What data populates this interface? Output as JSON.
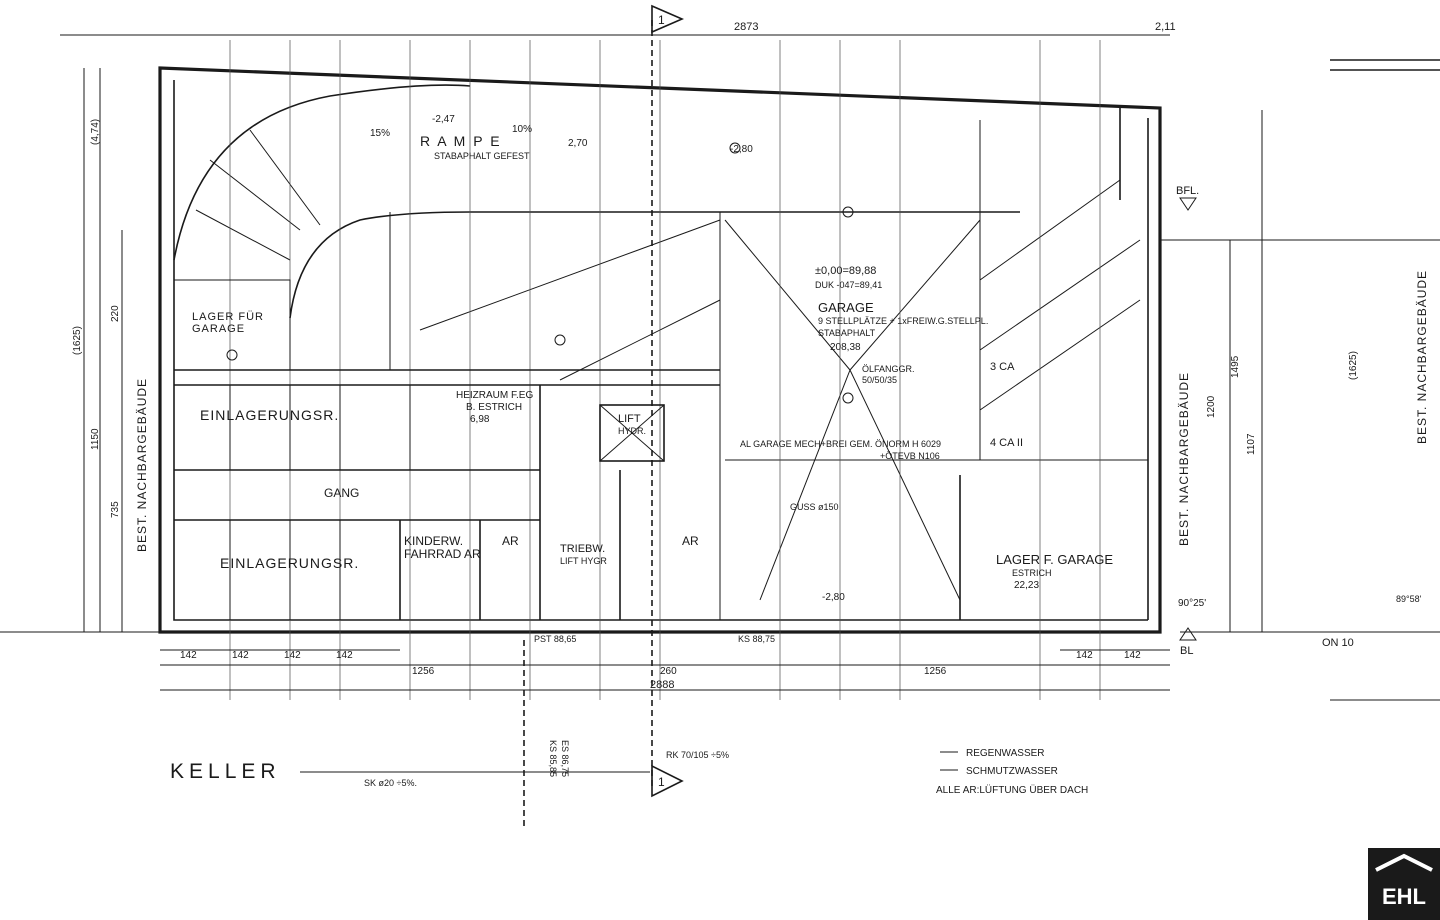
{
  "sheet": {
    "title": "KELLER",
    "legend": [
      "REGENWASSER",
      "SCHMUTZWASSER",
      "ALLE AR:LÜFTUNG ÜBER DACH"
    ],
    "section_marker": "1",
    "neighbor_left": "BEST. NACHBARGEBÄUDE",
    "neighbor_right": "BEST. NACHBARGEBÄUDE",
    "neighbor_far_right": "BEST. NACHBARGEBÄUDE",
    "bfl": "BFL.",
    "bl": "BL",
    "on": "ON 10",
    "angle": "90°25'",
    "angle_far": "89°58'"
  },
  "rooms": {
    "garage": [
      "GARAGE",
      "9 STELLPLÄTZE + 1xFREIW.G.STELLPL.",
      "STABAPHALT",
      "208,38"
    ],
    "rampe": [
      "15%",
      "R A M P E",
      "10%",
      "STABAPHALT GEFEST"
    ],
    "lager_garage": [
      "LAGER FÜR",
      "GARAGE"
    ],
    "einlagerung_top": [
      "EINLAGERUNGSR."
    ],
    "einlagerung_bottom": [
      "EINLAGERUNGSR."
    ],
    "gang": "GANG",
    "kinderwagen": [
      "KINDERW.",
      "FAHRRAD AR"
    ],
    "heizraum": [
      "HEIZRAUM F.EG",
      "B. ESTRICH",
      "6,98"
    ],
    "lift": [
      "LIFT",
      "HYDR."
    ],
    "triebw": [
      "TRIEBW.",
      "LIFT HYGR"
    ],
    "lager_garage_right": [
      "LAGER F. GARAGE",
      "ESTRICH",
      "22,23"
    ],
    "oelfang": [
      "ÖLFANGGR.",
      "50/50/35"
    ],
    "ar": [
      "AR",
      "AR"
    ],
    "garage_stellpl": [
      "3 CA",
      "4 CA II"
    ]
  },
  "dims": {
    "top_total": "2873",
    "top_right": "2,11",
    "bottom_total": "2888",
    "bottom_left": "1256",
    "bottom_right": "1256",
    "bottom_mid": "260",
    "left_1625": "(1625)",
    "left_474": "(4,74)",
    "left_1150": "1150",
    "left_735": "735",
    "left_220": "220",
    "right_1495": "1495",
    "right_1200": "1200",
    "right_1107": "1107",
    "far_1625": "(1625)",
    "seg_142": "142",
    "level_0": "±0,00=89,88",
    "level_duk": "DUK -047=89,41",
    "rampe_level": "-2,47",
    "level_270": "2,70",
    "level_280": "-2,80",
    "ks": "KS 85,85",
    "es": "ES 86,75",
    "sk": "SK ø20 ÷5%.",
    "rk": "RK 70/105 ÷5%",
    "guss": "GUSS ø150",
    "pst": "PST 88,65",
    "ks_8875": "KS 88,75",
    "h6029": "AL GARAGE MECH+BREI GEM. ÖNORM H 6029",
    "n106": "+ÖTEVB N106"
  }
}
